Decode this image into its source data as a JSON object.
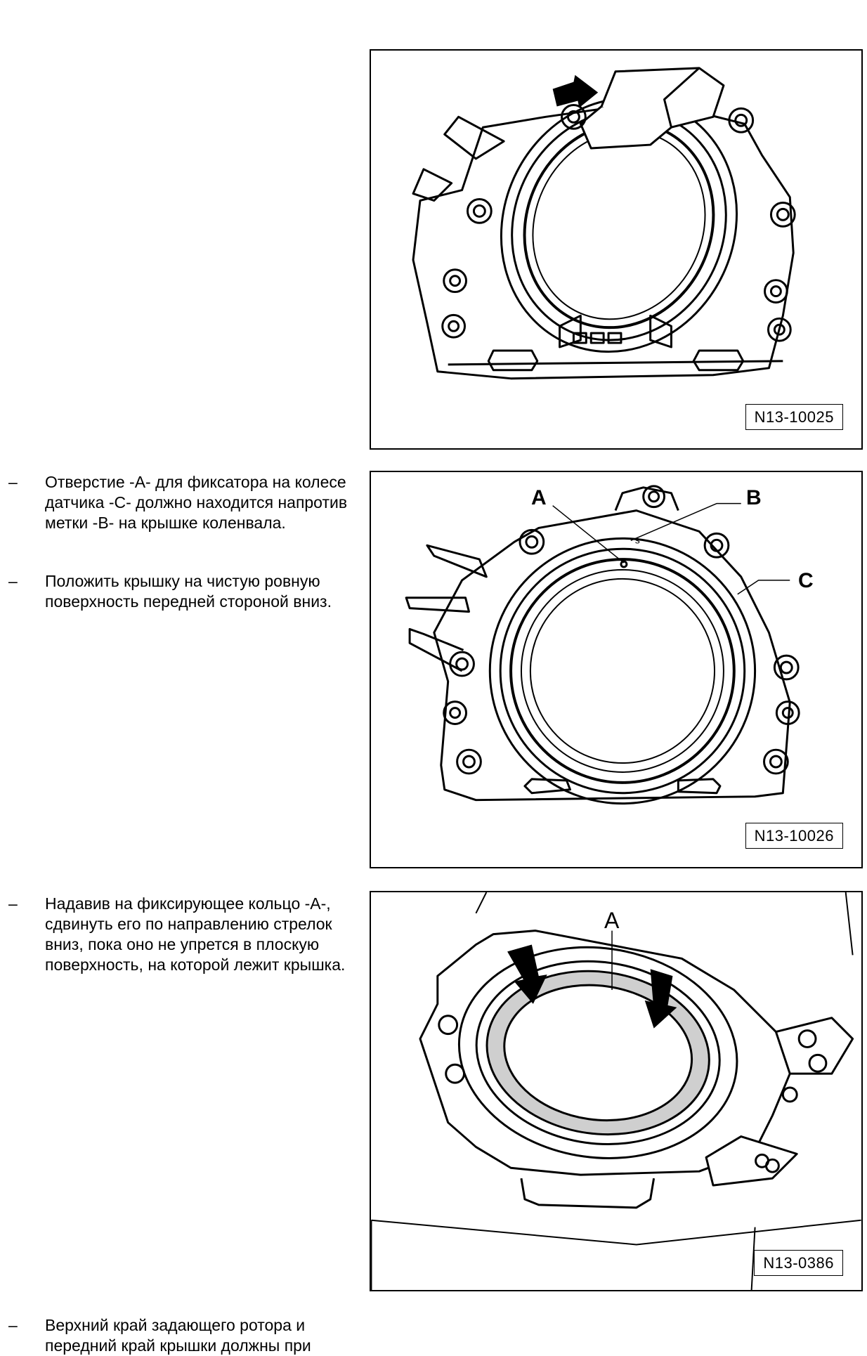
{
  "figures": [
    {
      "id": "N13-10025"
    },
    {
      "id": "N13-10026",
      "callouts": {
        "a": "A",
        "b": "B",
        "c": "C"
      }
    },
    {
      "id": "N13-0386",
      "callouts": {
        "a": "A"
      }
    }
  ],
  "steps": [
    {
      "bullet": "–",
      "text": "Отверстие -A- для фиксатора на колесе датчика -C- должно находится напротив метки -B- на крышке коленвала."
    },
    {
      "bullet": "–",
      "text": "Положить крышку на чистую ровную поверхность передней стороной вниз."
    },
    {
      "bullet": "–",
      "text": "Надавив на фиксирующее кольцо -A-, сдвинуть его по направлению стрелок вниз, пока оно не упрется в плоскую поверхность, на которой лежит крышка."
    },
    {
      "bullet": "–",
      "text": "Верхний край задающего ротора и передний край крышки должны при"
    }
  ]
}
